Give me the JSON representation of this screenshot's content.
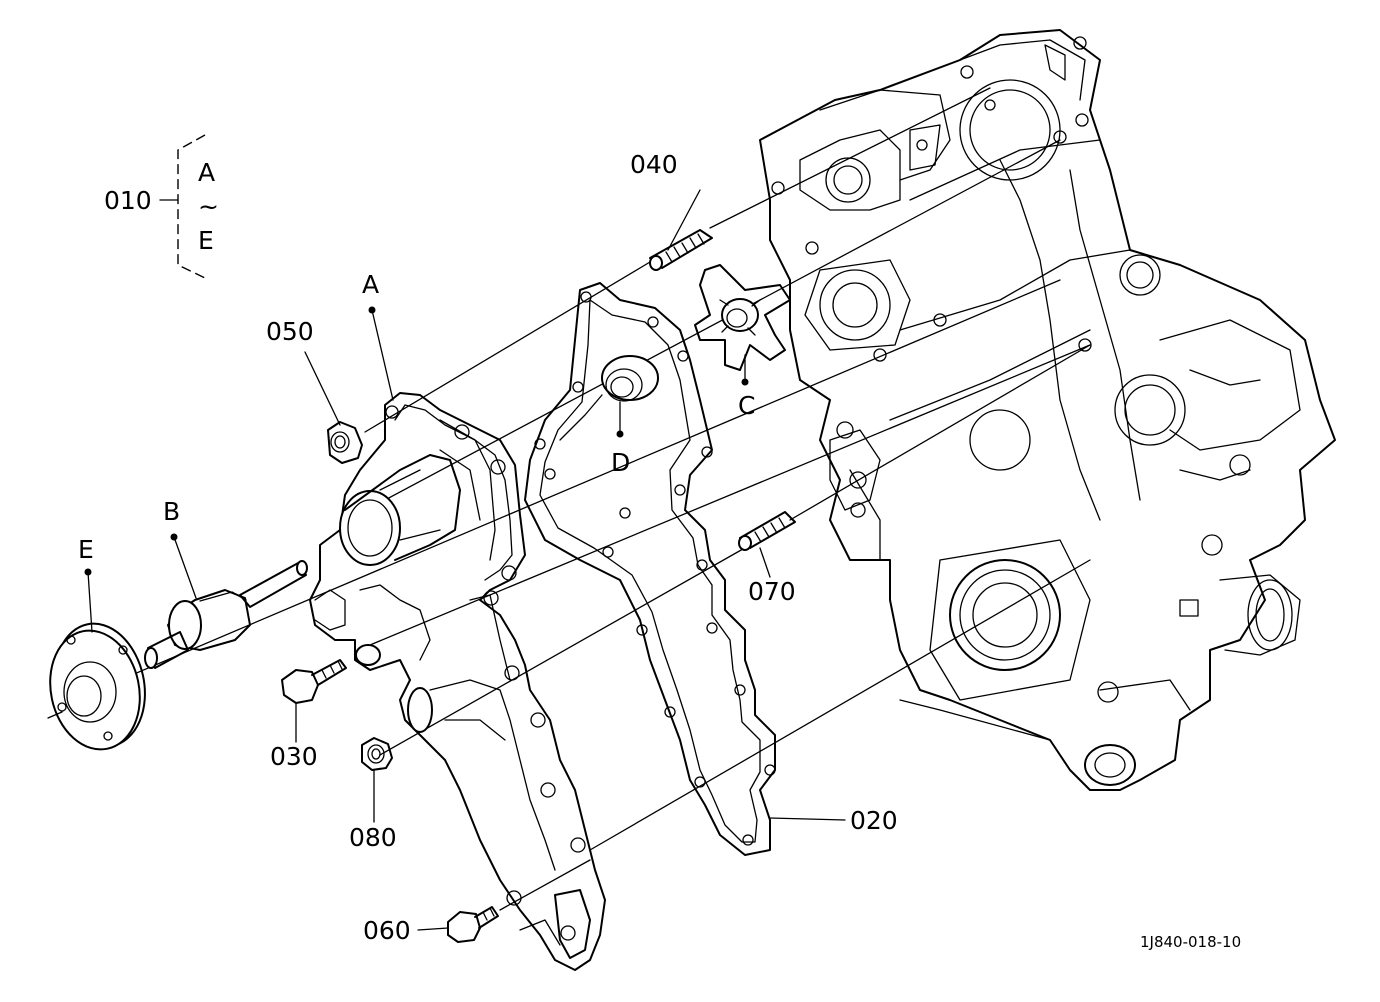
{
  "group": {
    "number": "010",
    "range_start": "A",
    "range_symbol": "~",
    "range_end": "E"
  },
  "callouts": {
    "p020": "020",
    "p030": "030",
    "p040": "040",
    "p050": "050",
    "p060": "060",
    "p070": "070",
    "p080": "080",
    "a": "A",
    "b": "B",
    "c": "C",
    "d": "D",
    "e": "E"
  },
  "reference_code": "1J840-018-10"
}
